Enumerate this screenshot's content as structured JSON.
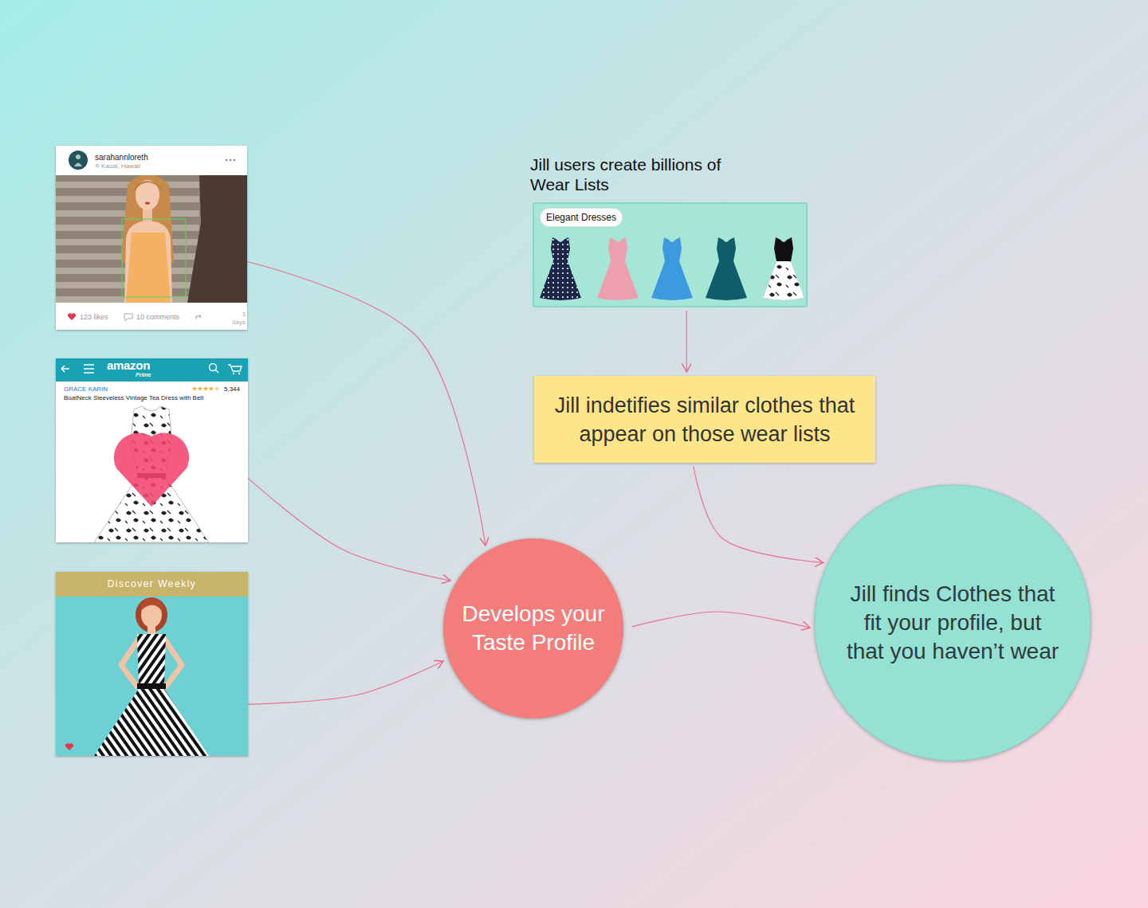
{
  "diagram": {
    "nodes": [
      {
        "text": [
          "sarahannloreth",
          "Kauai, Hawaii",
          "123 likes",
          "10 comments",
          "3 days"
        ]
      },
      {
        "text": [
          "amazon",
          "Prime",
          "GRACE KARIN",
          "5,344",
          "BoatNeck Sleeveless Vintage Tea Dress with Belt"
        ]
      },
      {
        "text": [
          "Discover Weekly"
        ]
      },
      {
        "text": [
          "Jill users create billions of Wear Lists"
        ]
      },
      {
        "text": [
          "Elegant Dresses"
        ],
        "in": 3
      },
      {
        "text": [
          "Jill indetifies similar clothes that appear on those wear lists"
        ]
      },
      {
        "text": [
          "Develops your Taste Profile"
        ]
      },
      {
        "text": [
          "Jill finds Clothes that fit your profile, but that you haven’t wear"
        ]
      }
    ],
    "edges": [
      {
        "from": 0,
        "to": 6,
        "arrow": "to"
      },
      {
        "from": 1,
        "to": 6,
        "arrow": "to"
      },
      {
        "from": 2,
        "to": 6,
        "arrow": "to"
      },
      {
        "from": 3,
        "to": 5,
        "arrow": "to"
      },
      {
        "from": 5,
        "to": 7,
        "arrow": "to"
      },
      {
        "from": 6,
        "to": 7,
        "arrow": "to"
      }
    ]
  }
}
